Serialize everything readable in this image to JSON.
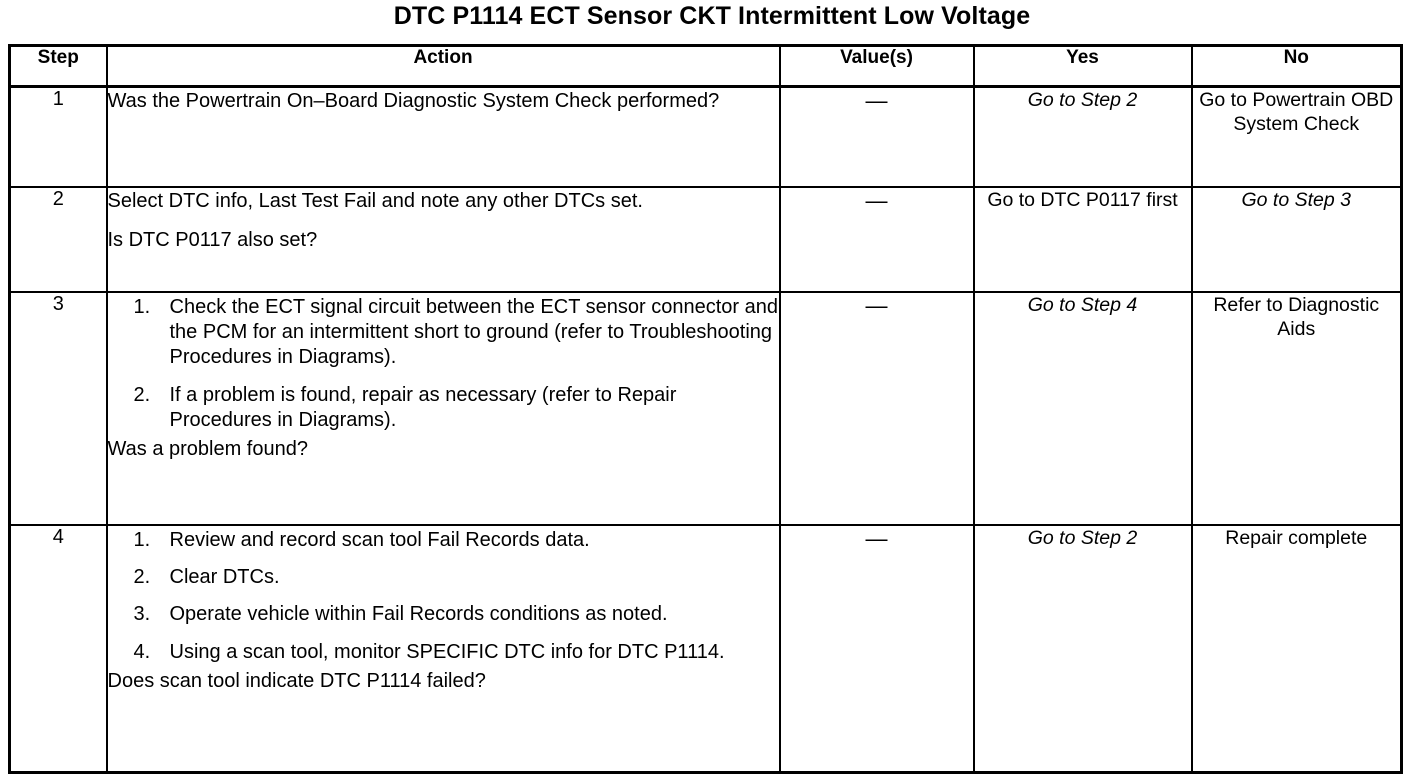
{
  "document": {
    "title": "DTC P1114 ECT Sensor CKT Intermittent Low Voltage"
  },
  "table": {
    "headers": {
      "step": "Step",
      "action": "Action",
      "value": "Value(s)",
      "yes": "Yes",
      "no": "No"
    },
    "rows": [
      {
        "step": "1",
        "action": {
          "lead": "Was the Powertrain On–Board Diagnostic System Check performed?",
          "items": [],
          "question": ""
        },
        "value": "—",
        "yes": "Go to Step 2",
        "yes_italic": true,
        "yes_align": "bottom",
        "no": "Go to Powertrain OBD System Check",
        "no_italic": false,
        "no_align": "top"
      },
      {
        "step": "2",
        "action": {
          "lead": "Select DTC info, Last Test Fail and note any other DTCs set.",
          "items": [],
          "question": "Is DTC P0117 also set?"
        },
        "value": "—",
        "yes": "Go to DTC P0117 first",
        "yes_italic": false,
        "yes_align": "middle",
        "no": "Go to Step 3",
        "no_italic": true,
        "no_align": "bottom"
      },
      {
        "step": "3",
        "action": {
          "lead": "",
          "items": [
            "Check the ECT signal circuit between the ECT sensor connector and the PCM for an intermittent short to ground (refer to Troubleshooting Procedures in Diagrams).",
            "If a problem is found, repair as necessary (refer to Repair Procedures in Diagrams)."
          ],
          "question": "Was a problem found?"
        },
        "value": "—",
        "yes": "Go to Step 4",
        "yes_italic": true,
        "yes_align": "bottom",
        "no": "Refer to Diagnostic Aids",
        "no_italic": false,
        "no_align": "bottom"
      },
      {
        "step": "4",
        "action": {
          "lead": "",
          "items": [
            "Review and record scan tool Fail Records data.",
            "Clear DTCs.",
            "Operate vehicle within Fail Records conditions as noted.",
            "Using a scan tool, monitor SPECIFIC DTC info for DTC P1114."
          ],
          "question": "Does scan tool indicate DTC P1114 failed?"
        },
        "value": "—",
        "yes": "Go to Step 2",
        "yes_italic": true,
        "yes_align": "bottom",
        "no": "Repair complete",
        "no_italic": false,
        "no_align": "bottom"
      }
    ]
  }
}
